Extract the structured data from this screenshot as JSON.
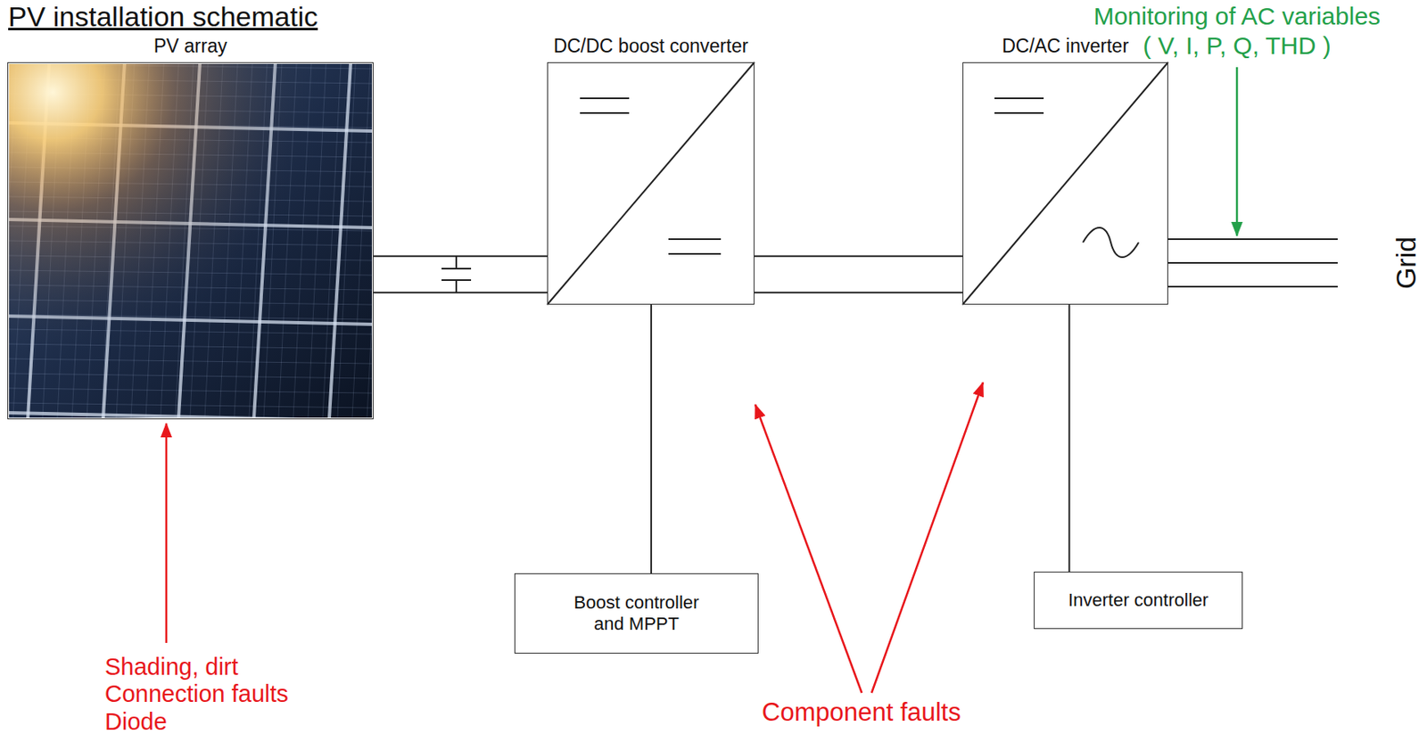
{
  "diagram": {
    "title": "PV installation schematic",
    "nodes": [
      {
        "text": [
          "PV array"
        ]
      },
      {
        "text": [
          "DC/DC boost converter"
        ]
      },
      {
        "text": [
          "DC/AC inverter"
        ]
      },
      {
        "text": [
          "Boost controller and MPPT"
        ]
      },
      {
        "text": [
          "Inverter controller"
        ]
      }
    ],
    "edges": [
      {
        "from": 0,
        "to": 1,
        "arrow": "none"
      },
      {
        "from": 1,
        "to": 2,
        "arrow": "none"
      },
      {
        "from": 3,
        "to": 1,
        "arrow": "none"
      },
      {
        "from": 4,
        "to": 2,
        "arrow": "none"
      }
    ],
    "labels": [
      "Monitoring of AC variables ( V, I, P, Q, THD )",
      "Shading, dirt Connection faults Diode",
      "Component faults",
      "Grid"
    ]
  }
}
